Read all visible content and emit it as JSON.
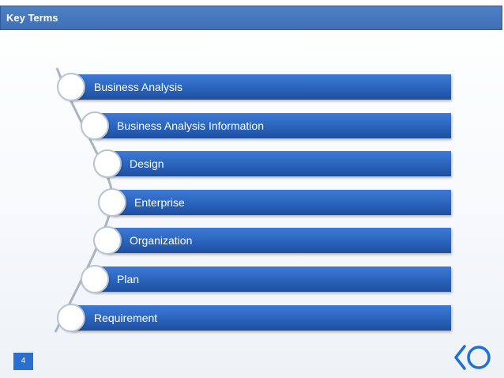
{
  "header": {
    "title": "Key Terms"
  },
  "terms": [
    "Business Analysis",
    "Business Analysis Information",
    "Design",
    "Enterprise",
    "Organization",
    "Plan",
    "Requirement"
  ],
  "footer": {
    "page_number": "4"
  },
  "colors": {
    "accent_blue": "#2a63bc",
    "header_blue": "#4a7ac0",
    "logo_blue": "#1f6fd6"
  }
}
